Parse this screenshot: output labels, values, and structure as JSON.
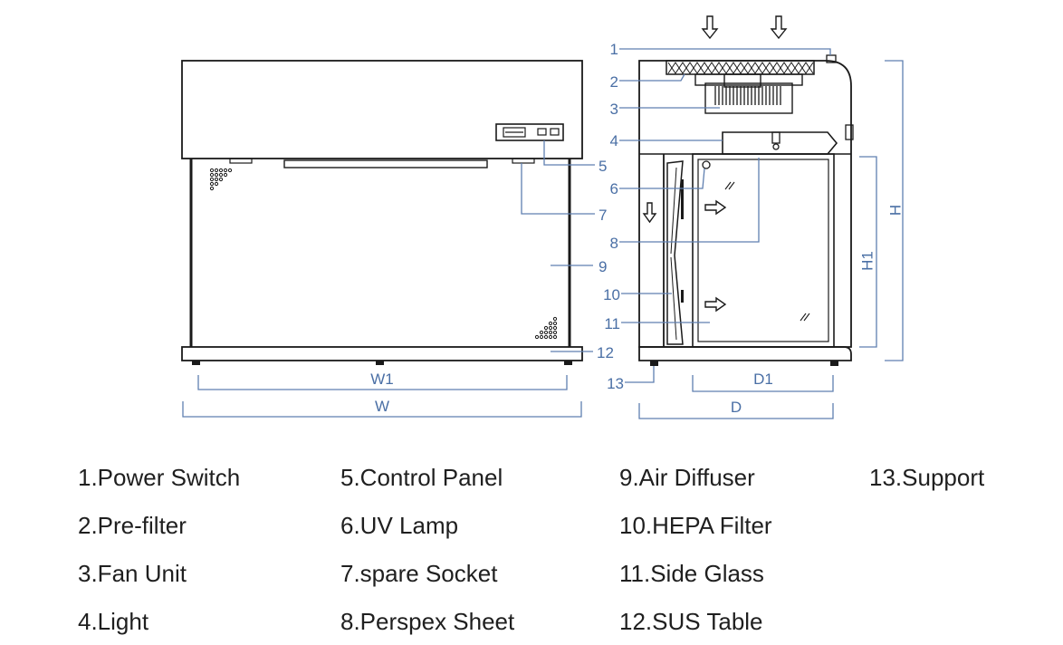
{
  "callout_numbers": [
    "1",
    "2",
    "3",
    "4",
    "5",
    "6",
    "7",
    "8",
    "9",
    "10",
    "11",
    "12",
    "13"
  ],
  "dimensions": {
    "w1": "W1",
    "w": "W",
    "d1": "D1",
    "d": "D",
    "h": "H",
    "h1": "H1"
  },
  "legend": [
    "1.Power Switch",
    "2.Pre-filter",
    "3.Fan Unit",
    "4.Light",
    "5.Control Panel",
    "6.UV Lamp",
    "7.spare Socket",
    "8.Perspex Sheet",
    "9.Air Diffuser",
    "10.HEPA Filter",
    "11.Side Glass",
    "12.SUS Table",
    "13.Support"
  ]
}
